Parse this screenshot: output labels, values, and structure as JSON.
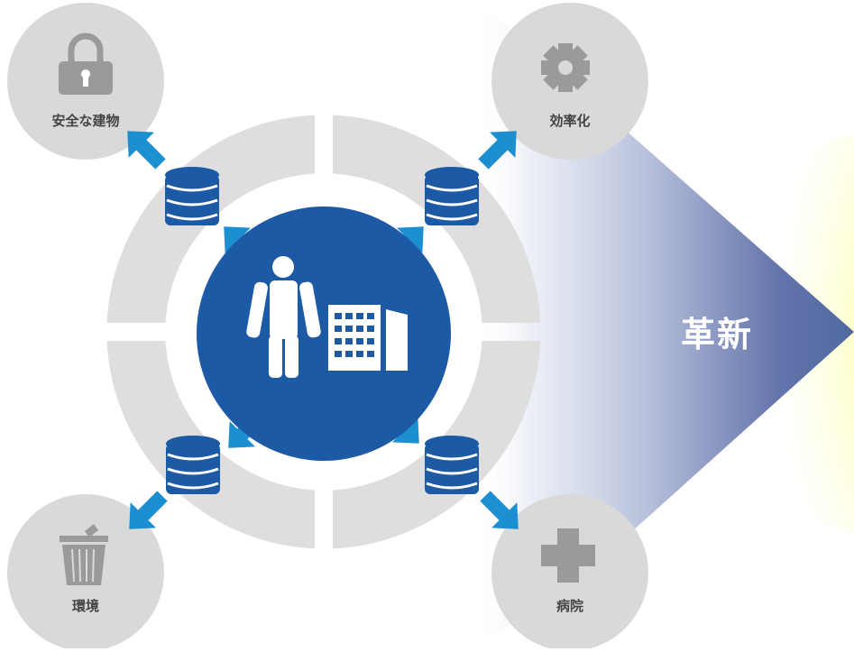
{
  "diagram": {
    "center_icons": [
      "person-icon",
      "office-building-icon"
    ],
    "outcome_label": "革新",
    "corners": [
      {
        "id": "top-left",
        "label": "安全な建物",
        "icon": "padlock-icon"
      },
      {
        "id": "top-right",
        "label": "効率化",
        "icon": "gear-icon"
      },
      {
        "id": "bottom-left",
        "label": "環境",
        "icon": "trash-bin-icon"
      },
      {
        "id": "bottom-right",
        "label": "病院",
        "icon": "medical-cross-icon"
      }
    ],
    "colors": {
      "center_circle": "#1d5aa6",
      "arrows": "#1b8fd0",
      "databases": "#1d5aa6",
      "ring": "#dedede",
      "corner_circles": "#d9d9d9",
      "corner_icons": "#9a9a9a",
      "beam": "#5a6fa8",
      "glow": "#ffff66"
    }
  }
}
